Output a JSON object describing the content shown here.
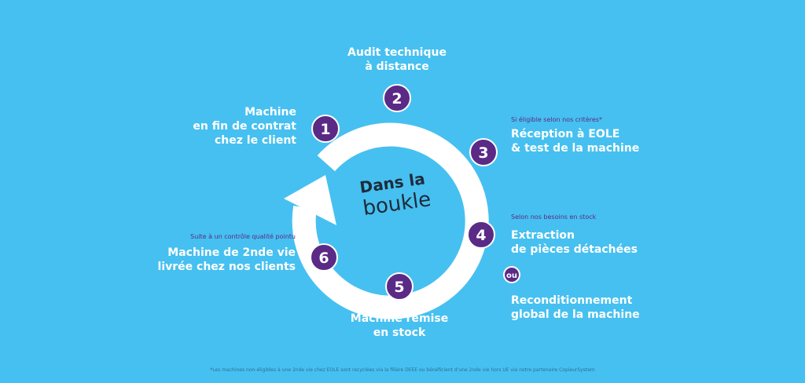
{
  "title": {
    "line1": "Dans la",
    "line2": "boukle"
  },
  "steps": [
    {
      "number": "1",
      "label_lines": [
        "Machine",
        "en fin de contrat",
        "chez le client"
      ]
    },
    {
      "number": "2",
      "label_lines": [
        "Audit technique",
        "à distance"
      ]
    },
    {
      "number": "3",
      "note": "Si éligible selon nos critères*",
      "label_lines": [
        "Réception à EOLE",
        "& test de la machine"
      ]
    },
    {
      "number": "4",
      "note": "Selon nos besoins en stock",
      "label_lines": [
        "Extraction",
        "de pièces détachées"
      ]
    },
    {
      "number": "5",
      "label_lines": [
        "Machine remise",
        "en stock"
      ]
    },
    {
      "number": "6",
      "note": "Suite à un contrôle qualité pointu",
      "label_lines": [
        "Machine de 2nde vie",
        "livrée chez nos clients"
      ]
    }
  ],
  "alternative": {
    "badge": "ou",
    "label_lines": [
      "Reconditionnement",
      "global de la machine"
    ]
  },
  "footnote": "*Les machines non-éligibles à une 2nde vie chez EOLE sont recyclées via la filière DEEE ou bénéficient d'une 2nde vie hors UE via notre partenaire CopieurSystem",
  "colors": {
    "background": "#46c0f0",
    "ring": "#ffffff",
    "badge": "#5a2a86",
    "title": "#1f2b3a"
  }
}
